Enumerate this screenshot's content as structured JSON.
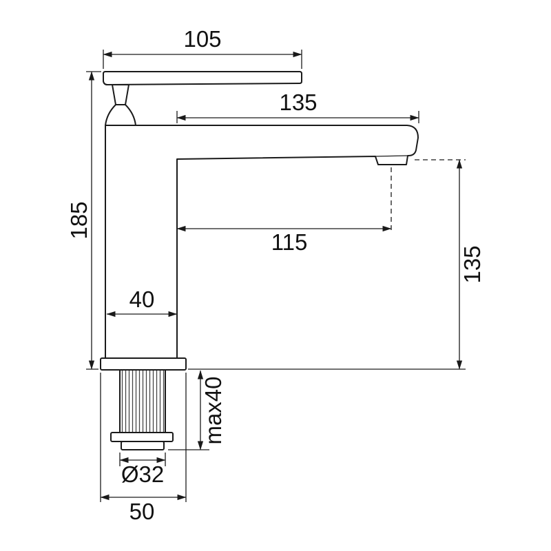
{
  "drawing": {
    "kind": "faucet-dimension-drawing",
    "line_color": "#1a1a1a",
    "dims": {
      "handle_length": "105",
      "top_length": "135",
      "overall_height": "185",
      "spout_reach": "115",
      "spout_height": "135",
      "body_width": "40",
      "max_deck_thickness": "max40",
      "thread_diameter": "Ø32",
      "base_width": "50"
    }
  }
}
